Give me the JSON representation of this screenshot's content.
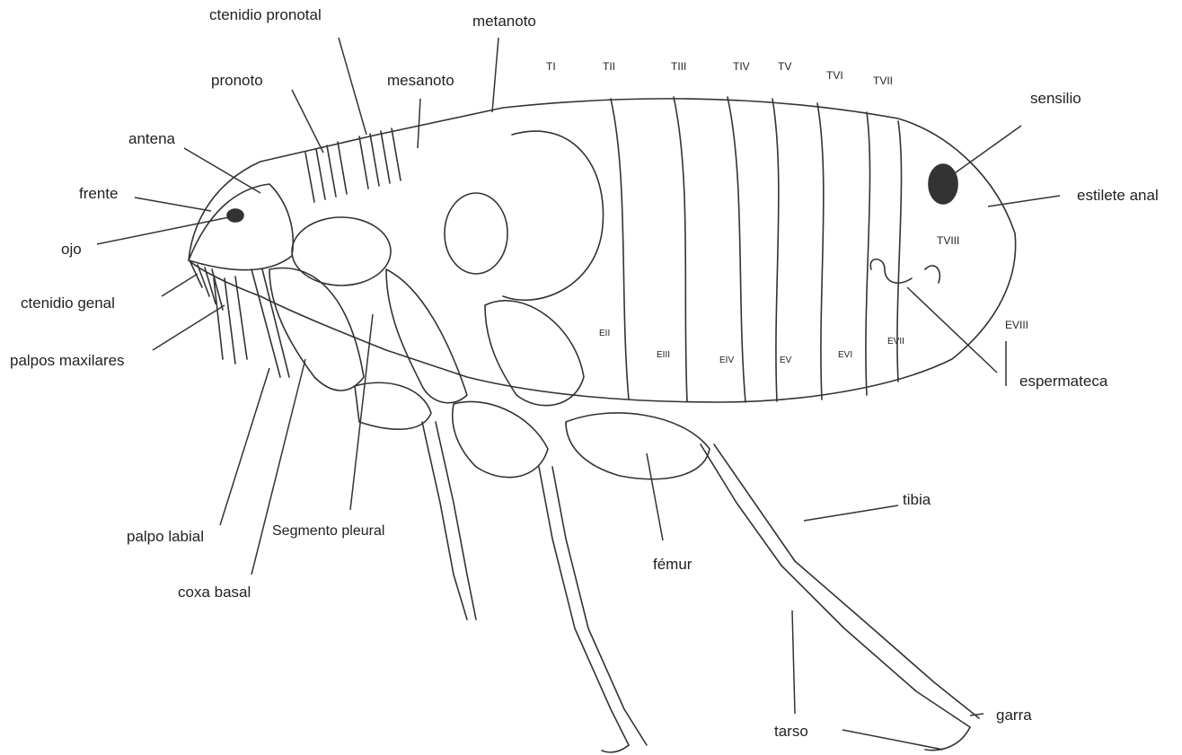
{
  "labels": {
    "ctenidio_pronotal": "ctenidio pronotal",
    "metanoto": "metanoto",
    "pronoto": "pronoto",
    "mesanoto": "mesanoto",
    "antena": "antena",
    "frente": "frente",
    "ojo": "ojo",
    "ctenidio_genal": "ctenidio genal",
    "palpos_maxilares": "palpos maxilares",
    "palpo_labial": "palpo labial",
    "coxa_basal": "coxa basal",
    "segmento_pleural": "Segmento pleural",
    "femur": "fémur",
    "tibia": "tibia",
    "tarso": "tarso",
    "garra": "garra",
    "sensilio": "sensilio",
    "estilete_anal": "estilete anal",
    "espermateca": "espermateca",
    "eviii": "EVIII",
    "tviii": "TVIII"
  },
  "tergites": [
    "TI",
    "TII",
    "TIII",
    "TIV",
    "TV",
    "TVI",
    "TVII"
  ],
  "sternites": [
    "EII",
    "EIII",
    "EIV",
    "EV",
    "EVI",
    "EVII"
  ]
}
